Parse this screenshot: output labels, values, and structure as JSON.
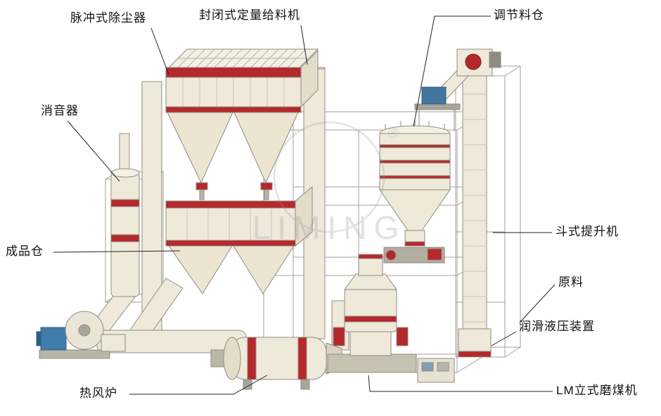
{
  "diagram": {
    "labels": [
      {
        "id": "pulse-dust-collector",
        "text": "脉冲式除尘器"
      },
      {
        "id": "closed-quantitative-feeder",
        "text": "封闭式定量给料机"
      },
      {
        "id": "adjusting-silo",
        "text": "调节料仓"
      },
      {
        "id": "muffler",
        "text": "消音器"
      },
      {
        "id": "finished-product-silo",
        "text": "成品仓"
      },
      {
        "id": "hot-air-furnace",
        "text": "热风炉"
      },
      {
        "id": "bucket-elevator",
        "text": "斗式提升机"
      },
      {
        "id": "raw-material",
        "text": "原料"
      },
      {
        "id": "lubrication-hydraulic-unit",
        "text": "润滑液压装置"
      },
      {
        "id": "lm-vertical-coal-mill",
        "text": "LM立式磨煤机"
      }
    ],
    "watermark": {
      "brand": "LIMING",
      "registered": "®"
    },
    "colors": {
      "machine_body": "#efe9da",
      "machine_shade": "#e2dcc9",
      "accent_red": "#b5282c",
      "frame_gray": "#a39f93",
      "motor_blue": "#3f7caa",
      "label_text": "#111111"
    }
  }
}
